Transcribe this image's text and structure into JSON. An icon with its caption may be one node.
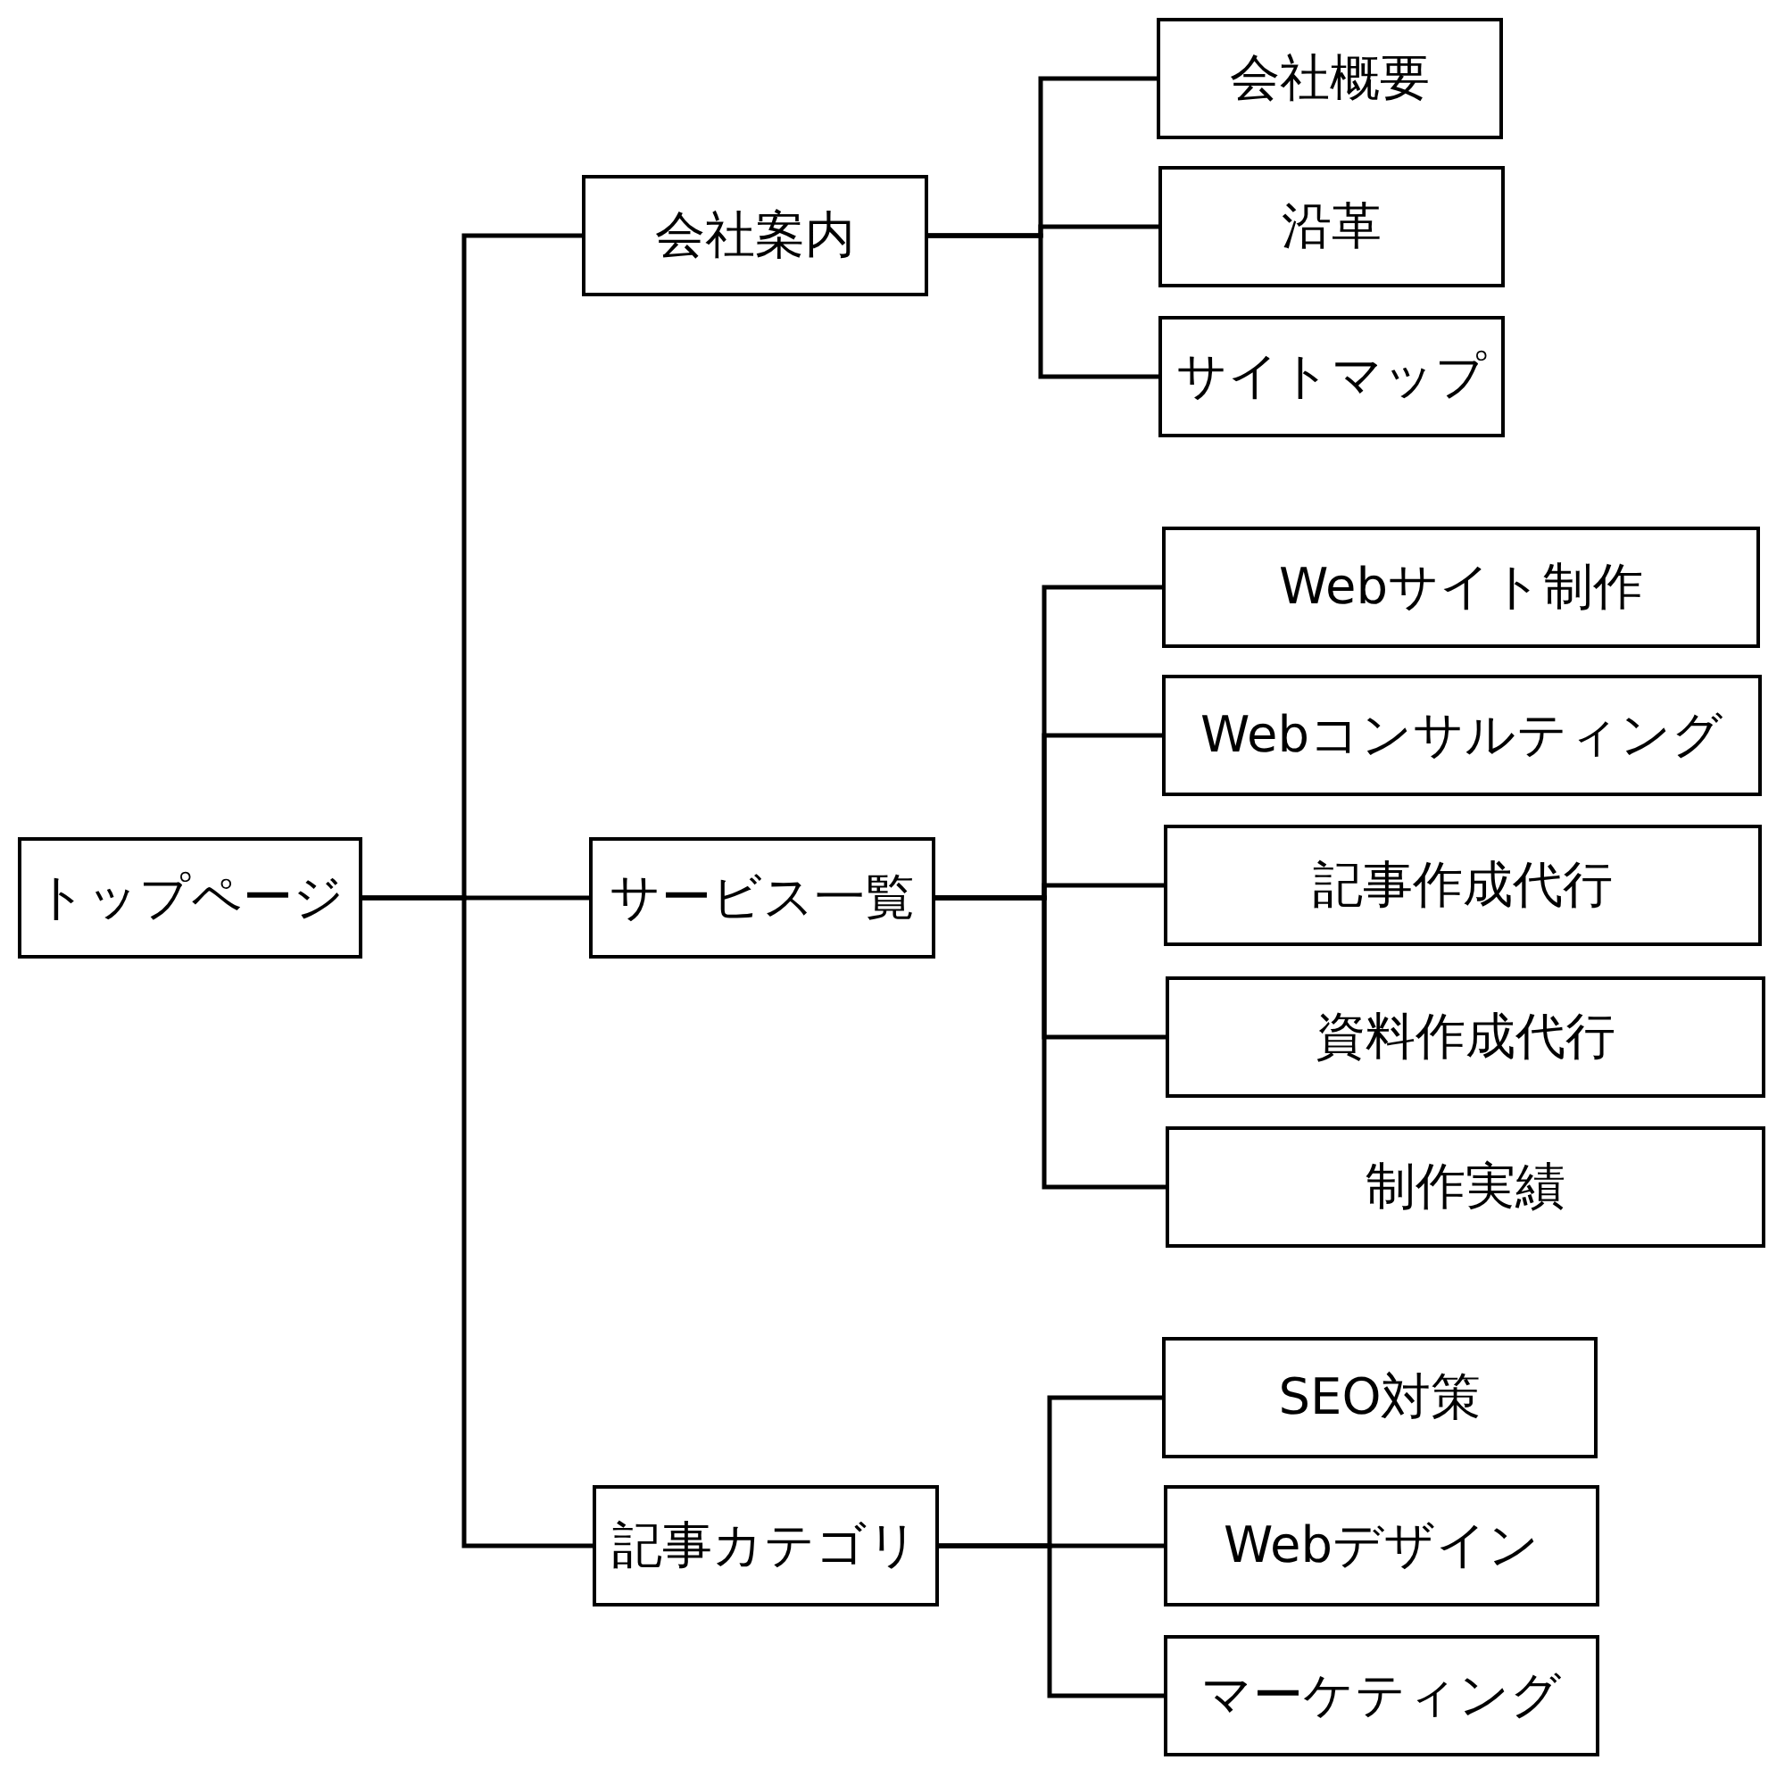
{
  "diagram": {
    "nodes": [
      {
        "text": [
          "トップページ"
        ]
      },
      {
        "text": [
          "会社案内"
        ]
      },
      {
        "text": [
          "会社概要"
        ]
      },
      {
        "text": [
          "沿革"
        ]
      },
      {
        "text": [
          "サイトマップ"
        ]
      },
      {
        "text": [
          "サービス一覧"
        ]
      },
      {
        "text": [
          "Webサイト制作"
        ]
      },
      {
        "text": [
          "Webコンサルティング"
        ]
      },
      {
        "text": [
          "記事作成代行"
        ]
      },
      {
        "text": [
          "資料作成代行"
        ]
      },
      {
        "text": [
          "制作実績"
        ]
      },
      {
        "text": [
          "記事カテゴリ"
        ]
      },
      {
        "text": [
          "SEO対策"
        ]
      },
      {
        "text": [
          "Webデザイン"
        ]
      },
      {
        "text": [
          "マーケティング"
        ]
      }
    ],
    "edges": [
      {
        "from": 0,
        "to": 1,
        "arrow": "none"
      },
      {
        "from": 0,
        "to": 5,
        "arrow": "none"
      },
      {
        "from": 0,
        "to": 11,
        "arrow": "none"
      },
      {
        "from": 1,
        "to": 2,
        "arrow": "none"
      },
      {
        "from": 1,
        "to": 3,
        "arrow": "none"
      },
      {
        "from": 1,
        "to": 4,
        "arrow": "none"
      },
      {
        "from": 5,
        "to": 6,
        "arrow": "none"
      },
      {
        "from": 5,
        "to": 7,
        "arrow": "none"
      },
      {
        "from": 5,
        "to": 8,
        "arrow": "none"
      },
      {
        "from": 5,
        "to": 9,
        "arrow": "none"
      },
      {
        "from": 5,
        "to": 10,
        "arrow": "none"
      },
      {
        "from": 11,
        "to": 12,
        "arrow": "none"
      },
      {
        "from": 11,
        "to": 13,
        "arrow": "none"
      },
      {
        "from": 11,
        "to": 14,
        "arrow": "none"
      }
    ]
  }
}
